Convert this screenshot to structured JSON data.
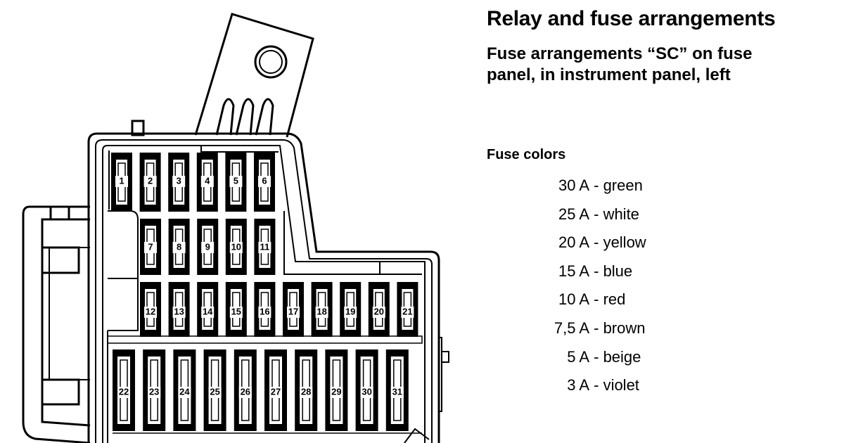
{
  "title": "Relay  and fuse arrangements",
  "subtitle": {
    "line1": "Fuse arrangements “SC” on fuse",
    "line2": "panel, in instrument panel, left"
  },
  "fuse_colors": {
    "heading": "Fuse colors",
    "items": [
      {
        "amp": "30 A",
        "color": "green"
      },
      {
        "amp": "25 A",
        "color": "white"
      },
      {
        "amp": "20 A",
        "color": "yellow"
      },
      {
        "amp": "15 A",
        "color": "blue"
      },
      {
        "amp": "10 A",
        "color": "red"
      },
      {
        "amp": "7,5 A",
        "color": "brown"
      },
      {
        "amp": "5 A",
        "color": "beige"
      },
      {
        "amp": "3 A",
        "color": "violet"
      }
    ]
  },
  "fuse_panel": {
    "row1": [
      "1",
      "2",
      "3",
      "4",
      "5",
      "6"
    ],
    "row2": [
      "7",
      "8",
      "9",
      "10",
      "11"
    ],
    "row3": [
      "12",
      "13",
      "14",
      "15",
      "16",
      "17",
      "18",
      "19",
      "20",
      "21"
    ],
    "row4": [
      "22",
      "23",
      "24",
      "25",
      "26",
      "27",
      "28",
      "29",
      "30",
      "31"
    ]
  }
}
